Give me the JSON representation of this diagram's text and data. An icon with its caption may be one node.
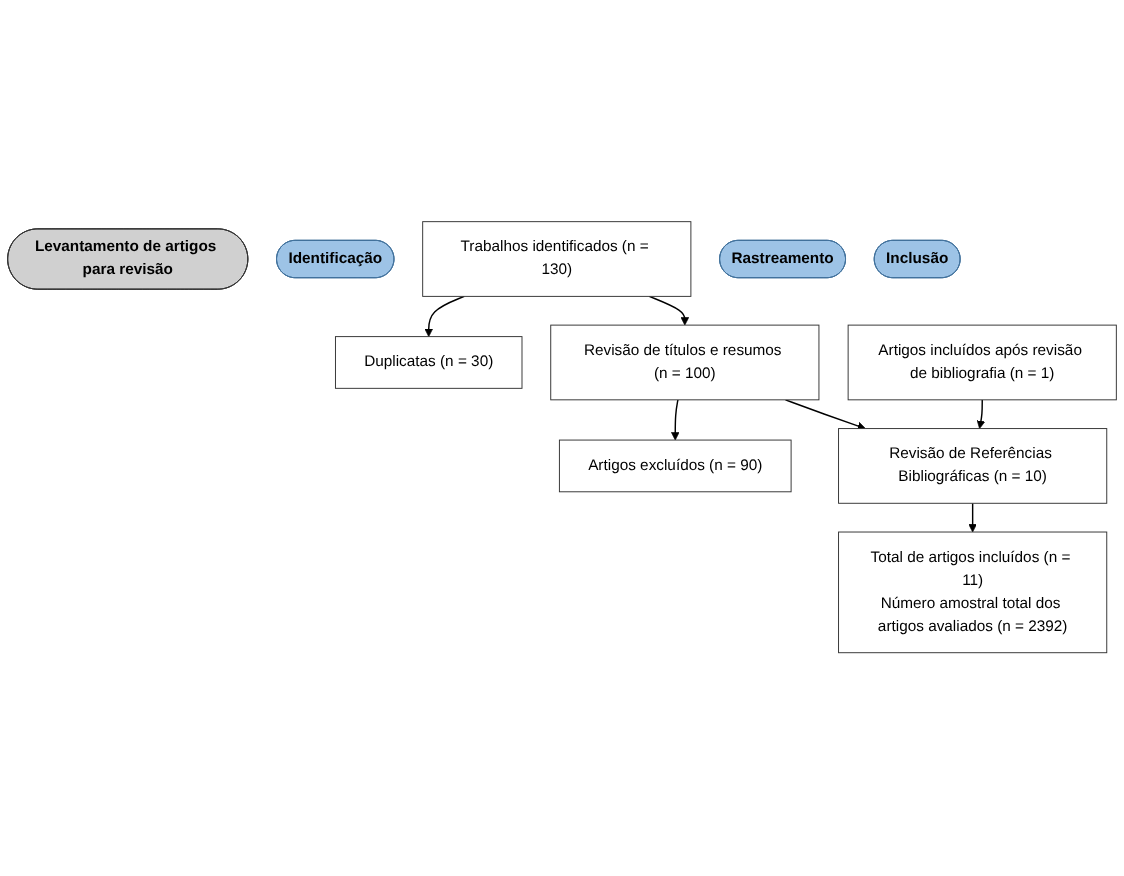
{
  "diagram": {
    "nodes": [
      {
        "text": [
          "Levantamento de artigos para revisão"
        ]
      },
      {
        "text": [
          "Identificação"
        ]
      },
      {
        "text": [
          "Trabalhos identificados (n = 130)"
        ]
      },
      {
        "text": [
          "Duplicatas (n = 30)"
        ]
      },
      {
        "text": [
          "Rastreamento"
        ]
      },
      {
        "text": [
          "Revisão de títulos e resumos (n = 100)"
        ]
      },
      {
        "text": [
          "Artigos excluídos (n = 90)"
        ]
      },
      {
        "text": [
          "Revisão de Referências Bibliográficas (n = 10)"
        ]
      },
      {
        "text": [
          "Artigos incluídos após revisão de bibliografia (n = 1)"
        ]
      },
      {
        "text": [
          "Inclusão"
        ]
      },
      {
        "text": [
          "Total de artigos incluídos (n = 11)",
          "Número amostral total dos artigos avaliados (n = 2392)"
        ]
      }
    ],
    "edges": [
      {
        "from": 2,
        "to": 3,
        "arrow": "to"
      },
      {
        "from": 2,
        "to": 5,
        "arrow": "to"
      },
      {
        "from": 5,
        "to": 6,
        "arrow": "to"
      },
      {
        "from": 5,
        "to": 7,
        "arrow": "to"
      },
      {
        "from": 8,
        "to": 7,
        "arrow": "to"
      },
      {
        "from": 7,
        "to": 10,
        "arrow": "to"
      }
    ]
  }
}
